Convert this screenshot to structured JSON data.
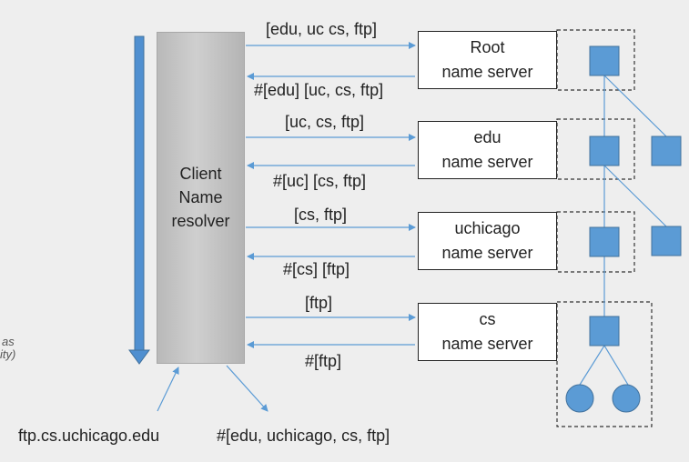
{
  "client": {
    "line1": "Client",
    "line2": "Name",
    "line3": "resolver"
  },
  "servers": [
    {
      "line1": "Root",
      "line2": "name server"
    },
    {
      "line1": "edu",
      "line2": "name server"
    },
    {
      "line1": "uchicago",
      "line2": "name server"
    },
    {
      "line1": "cs",
      "line2": "name server"
    }
  ],
  "requests": [
    "[edu, uc cs, ftp]",
    "[uc, cs, ftp]",
    "[cs, ftp]",
    "[ftp]"
  ],
  "responses": [
    "#[edu] [uc, cs, ftp]",
    "#[uc] [cs, ftp]",
    "#[cs] [ftp]",
    "#[ftp]"
  ],
  "input_label": "ftp.cs.uchicago.edu",
  "output_label": "#[edu, uchicago, cs, ftp]",
  "left_fragments": [
    "as",
    "ity)"
  ],
  "colors": {
    "background": "#eeeeee",
    "arrow": "#5b9bd5",
    "tree_node": "#5b9bd5",
    "tree_node_border": "#41719c",
    "big_arrow": "#4f8fd0"
  }
}
